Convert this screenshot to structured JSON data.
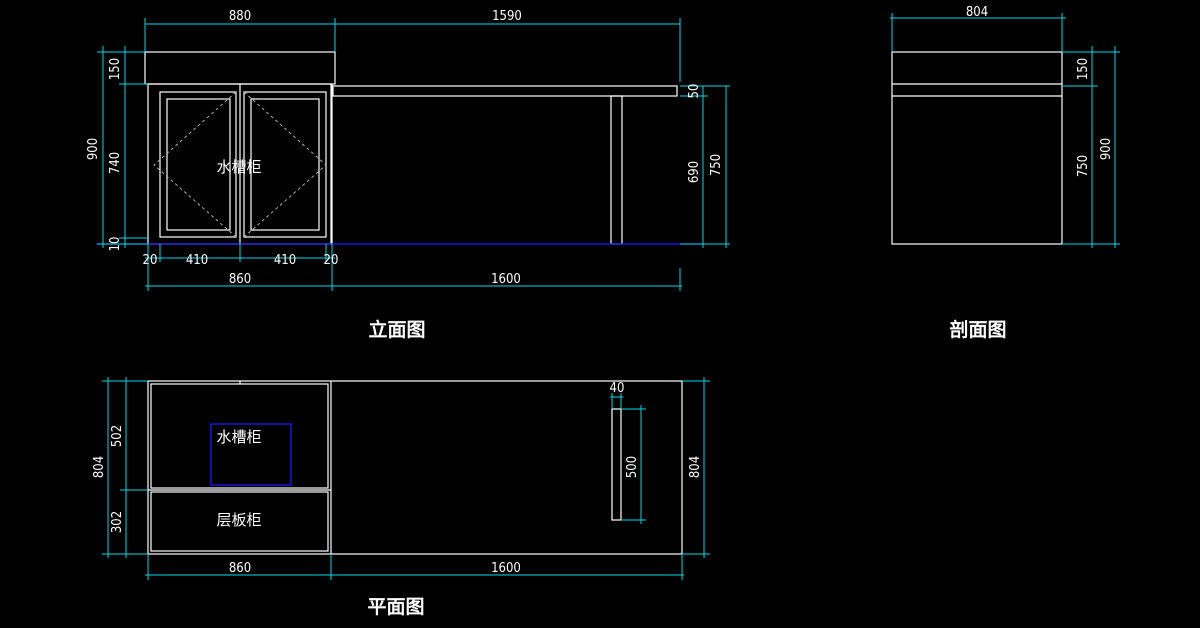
{
  "colors": {
    "background": "#000000",
    "lines": "#ffffff",
    "dimension_lines": "#00d8e8",
    "sink_outline": "#1a1aff"
  },
  "elevation": {
    "title": "立面图",
    "label_sink_cabinet": "水槽柜",
    "dims_top": {
      "cabinet_width": "880",
      "table_length": "1590"
    },
    "dims_left": {
      "total_height": "900",
      "top_height": "150",
      "door_height": "740",
      "base_gap": "10"
    },
    "dims_right": {
      "top_thickness": "50",
      "leg_height": "690",
      "table_height": "750"
    },
    "dims_bottom_doors": {
      "left_frame": "20",
      "left_door": "410",
      "right_door": "410",
      "right_frame": "20"
    },
    "dims_bottom": {
      "cabinet_width": "860",
      "table_length": "1600"
    }
  },
  "section": {
    "title": "剖面图",
    "dims_top": {
      "depth": "804"
    },
    "dims_right": {
      "top_height": "150",
      "body_height": "750",
      "total_height": "900"
    }
  },
  "plan": {
    "title": "平面图",
    "label_sink_cabinet": "水槽柜",
    "label_shelf_cabinet": "层板柜",
    "dims_left": {
      "total_depth": "804",
      "sink_depth": "502",
      "shelf_depth": "302"
    },
    "dims_leg": {
      "width": "40",
      "length": "500"
    },
    "dims_right": {
      "total_depth": "804"
    },
    "dims_bottom": {
      "cabinet_width": "860",
      "table_length": "1600"
    }
  }
}
